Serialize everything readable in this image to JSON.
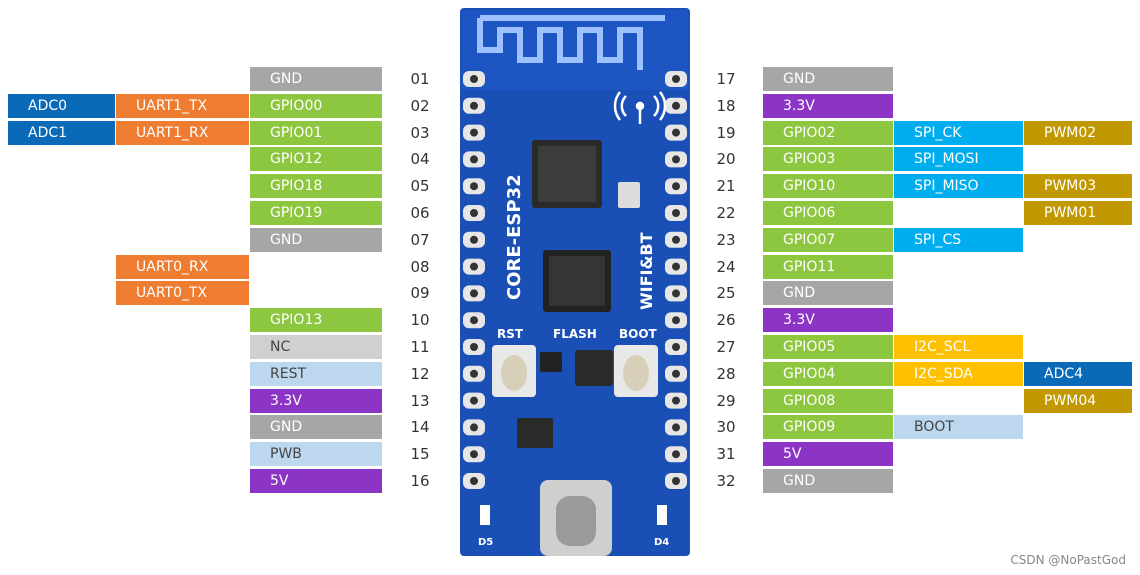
{
  "colors": {
    "gnd": "#a6a6a6",
    "gpio": "#8dc63f",
    "power": "#8b34c6",
    "uart": "#ef7d31",
    "adc": "#0a6ab7",
    "spi": "#00aeef",
    "pwm": "#c19800",
    "i2c": "#ffc000",
    "misc": "#bdd7ee",
    "nc": "#d0d0d0",
    "board": "#1a4fb6"
  },
  "board": {
    "name": "CORE-ESP32",
    "radio": "WIFI&BT",
    "rst": "RST",
    "flash": "FLASH",
    "boot": "BOOT",
    "d5": "D5",
    "d4": "D4"
  },
  "left_pins": [
    {
      "num": "01",
      "labels": [
        {
          "text": "GND",
          "type": "gnd"
        }
      ]
    },
    {
      "num": "02",
      "labels": [
        {
          "text": "GPIO00",
          "type": "gpio"
        },
        {
          "text": "UART1_TX",
          "type": "uart"
        },
        {
          "text": "ADC0",
          "type": "adc"
        }
      ]
    },
    {
      "num": "03",
      "labels": [
        {
          "text": "GPIO01",
          "type": "gpio"
        },
        {
          "text": "UART1_RX",
          "type": "uart"
        },
        {
          "text": "ADC1",
          "type": "adc"
        }
      ]
    },
    {
      "num": "04",
      "labels": [
        {
          "text": "GPIO12",
          "type": "gpio"
        }
      ]
    },
    {
      "num": "05",
      "labels": [
        {
          "text": "GPIO18",
          "type": "gpio"
        }
      ]
    },
    {
      "num": "06",
      "labels": [
        {
          "text": "GPIO19",
          "type": "gpio"
        }
      ]
    },
    {
      "num": "07",
      "labels": [
        {
          "text": "GND",
          "type": "gnd"
        }
      ]
    },
    {
      "num": "08",
      "labels": [
        null,
        {
          "text": "UART0_RX",
          "type": "uart"
        }
      ]
    },
    {
      "num": "09",
      "labels": [
        null,
        {
          "text": "UART0_TX",
          "type": "uart"
        }
      ]
    },
    {
      "num": "10",
      "labels": [
        {
          "text": "GPIO13",
          "type": "gpio"
        }
      ]
    },
    {
      "num": "11",
      "labels": [
        {
          "text": "NC",
          "type": "nc"
        }
      ]
    },
    {
      "num": "12",
      "labels": [
        {
          "text": "REST",
          "type": "misc"
        }
      ]
    },
    {
      "num": "13",
      "labels": [
        {
          "text": "3.3V",
          "type": "power"
        }
      ]
    },
    {
      "num": "14",
      "labels": [
        {
          "text": "GND",
          "type": "gnd"
        }
      ]
    },
    {
      "num": "15",
      "labels": [
        {
          "text": "PWB",
          "type": "misc"
        }
      ]
    },
    {
      "num": "16",
      "labels": [
        {
          "text": "5V",
          "type": "power"
        }
      ]
    }
  ],
  "right_pins": [
    {
      "num": "17",
      "labels": [
        {
          "text": "GND",
          "type": "gnd"
        }
      ]
    },
    {
      "num": "18",
      "labels": [
        {
          "text": "3.3V",
          "type": "power"
        }
      ]
    },
    {
      "num": "19",
      "labels": [
        {
          "text": "GPIO02",
          "type": "gpio"
        },
        {
          "text": "SPI_CK",
          "type": "spi"
        },
        {
          "text": "PWM02",
          "type": "pwm"
        }
      ]
    },
    {
      "num": "20",
      "labels": [
        {
          "text": "GPIO03",
          "type": "gpio"
        },
        {
          "text": "SPI_MOSI",
          "type": "spi"
        }
      ]
    },
    {
      "num": "21",
      "labels": [
        {
          "text": "GPIO10",
          "type": "gpio"
        },
        {
          "text": "SPI_MISO",
          "type": "spi"
        },
        {
          "text": "PWM03",
          "type": "pwm"
        }
      ]
    },
    {
      "num": "22",
      "labels": [
        {
          "text": "GPIO06",
          "type": "gpio"
        },
        null,
        {
          "text": "PWM01",
          "type": "pwm"
        }
      ]
    },
    {
      "num": "23",
      "labels": [
        {
          "text": "GPIO07",
          "type": "gpio"
        },
        {
          "text": "SPI_CS",
          "type": "spi"
        }
      ]
    },
    {
      "num": "24",
      "labels": [
        {
          "text": "GPIO11",
          "type": "gpio"
        }
      ]
    },
    {
      "num": "25",
      "labels": [
        {
          "text": "GND",
          "type": "gnd"
        }
      ]
    },
    {
      "num": "26",
      "labels": [
        {
          "text": "3.3V",
          "type": "power"
        }
      ]
    },
    {
      "num": "27",
      "labels": [
        {
          "text": "GPIO05",
          "type": "gpio"
        },
        {
          "text": "I2C_SCL",
          "type": "i2c"
        }
      ]
    },
    {
      "num": "28",
      "labels": [
        {
          "text": "GPIO04",
          "type": "gpio"
        },
        {
          "text": "I2C_SDA",
          "type": "i2c"
        },
        {
          "text": "ADC4",
          "type": "adc"
        }
      ]
    },
    {
      "num": "29",
      "labels": [
        {
          "text": "GPIO08",
          "type": "gpio"
        },
        null,
        {
          "text": "PWM04",
          "type": "pwm"
        }
      ]
    },
    {
      "num": "30",
      "labels": [
        {
          "text": "GPIO09",
          "type": "gpio"
        },
        {
          "text": "BOOT",
          "type": "misc"
        }
      ]
    },
    {
      "num": "31",
      "labels": [
        {
          "text": "5V",
          "type": "power"
        }
      ]
    },
    {
      "num": "32",
      "labels": [
        {
          "text": "GND",
          "type": "gnd"
        }
      ]
    }
  ],
  "footer": "CSDN @NoPastGod"
}
